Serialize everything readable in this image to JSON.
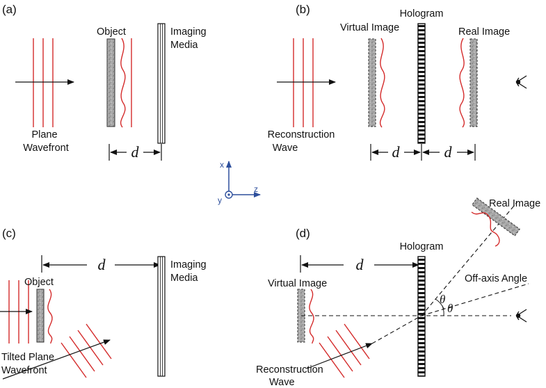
{
  "panels": {
    "a": {
      "label": "(a)",
      "object": "Object",
      "media_line1": "Imaging",
      "media_line2": "Media",
      "wave_line1": "Plane",
      "wave_line2": "Wavefront",
      "distance": "d"
    },
    "b": {
      "label": "(b)",
      "hologram": "Hologram",
      "virtual": "Virtual Image",
      "real": "Real Image",
      "wave_line1": "Reconstruction",
      "wave_line2": "Wave",
      "distance_left": "d",
      "distance_right": "d"
    },
    "c": {
      "label": "(c)",
      "object": "Object",
      "media_line1": "Imaging",
      "media_line2": "Media",
      "tilt_line1": "Tilted Plane",
      "tilt_line2": "Wavefront",
      "distance": "d"
    },
    "d": {
      "label": "(d)",
      "hologram": "Hologram",
      "virtual": "Virtual Image",
      "real": "Real Image",
      "angle": "Off-axis Angle",
      "theta_upper": "θ",
      "theta_lower": "θ",
      "wave_line1": "Reconstruction",
      "wave_line2": "Wave",
      "distance": "d"
    }
  },
  "axes": {
    "x": "x",
    "y": "y",
    "z": "z"
  },
  "colors": {
    "wave": "#d42a2a",
    "axis": "#2d4f9c",
    "object_fill": "#a9a9a9",
    "line": "#111111"
  }
}
